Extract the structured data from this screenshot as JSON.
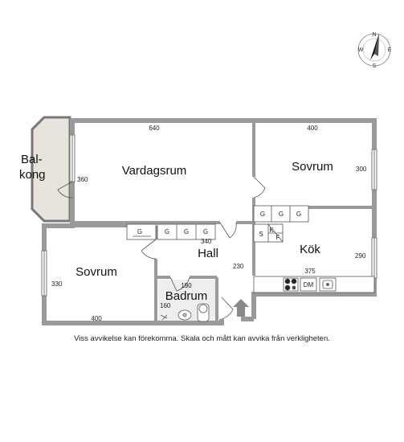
{
  "compass": {
    "n": "N",
    "e": "E",
    "s": "S",
    "w": "W"
  },
  "rooms": {
    "balkong": "Bal-\nkong",
    "vardagsrum": "Vardagsrum",
    "sovrum_right": "Sovrum",
    "sovrum_left": "Sovrum",
    "hall": "Hall",
    "kok": "Kök",
    "badrum": "Badrum"
  },
  "dimensions": {
    "vardagsrum_w": "640",
    "vardagsrum_h": "360",
    "sovrum_right_w": "400",
    "sovrum_right_h": "300",
    "hall_w": "340",
    "hall_h": "230",
    "sovrum_left_h": "330",
    "sovrum_left_w": "400",
    "badrum_w": "190",
    "badrum_h": "160",
    "kok_w": "375",
    "kok_h": "290"
  },
  "storage_labels": {
    "g": "G",
    "s": "S",
    "k": "K",
    "f": "F",
    "dm": "DM"
  },
  "colors": {
    "wall": "#9a9a9a",
    "balcony": "#e8e3dc",
    "line": "#444444",
    "bathroom_floor": "#eeeeee"
  },
  "disclaimer": "Viss avvikelse kan förekomma. Skala och mått kan avvika från verkligheten."
}
